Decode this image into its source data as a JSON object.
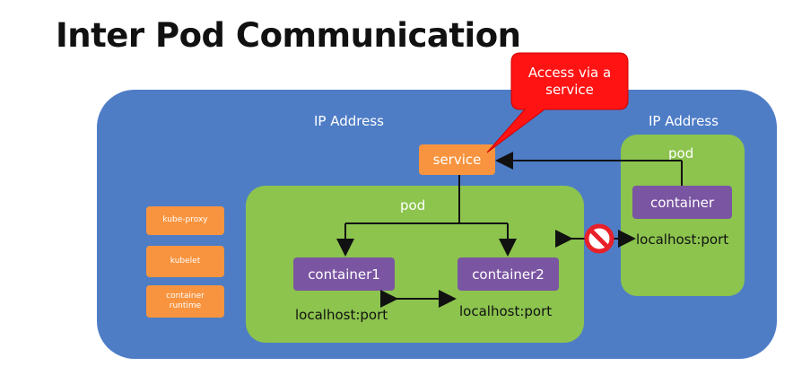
{
  "title": "Inter Pod Communication",
  "callout": "Access via a\nservice",
  "outer_area_label": "IP Address",
  "right_area_label": "IP Address",
  "service_label": "service",
  "left_pod": {
    "label": "pod",
    "container1": "container1",
    "container2": "container2",
    "localhost1": "localhost:port",
    "localhost2": "localhost:port"
  },
  "right_pod": {
    "label": "pod",
    "container": "container",
    "localhost": "localhost:port"
  },
  "node_components": [
    "kube-proxy",
    "kubelet",
    "container\nruntime"
  ],
  "colors": {
    "outer_bg": "#4e7dc6",
    "pod_bg": "#8cc44e",
    "service_bg": "#f8943f",
    "container_bg": "#7a55a2",
    "callout_bg": "#ff0000",
    "blocked": "#e8202a"
  },
  "icons": {
    "blocked": "no-entry-icon"
  }
}
